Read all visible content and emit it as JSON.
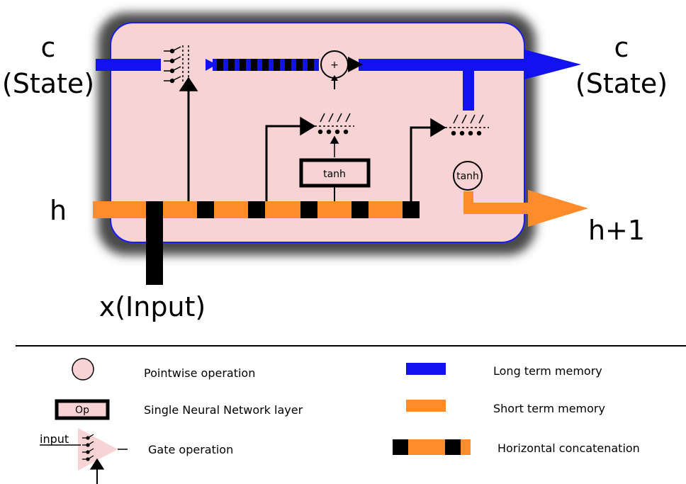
{
  "diagram": {
    "labels": {
      "c_in": "c",
      "state_in": "(State)",
      "c_out": "c",
      "state_out": "(State)",
      "h_in": "h",
      "h_out": "h+1",
      "x_input": "x(Input)"
    },
    "ops": {
      "plus": "+",
      "tanh_layer": "tanh",
      "tanh_pointwise": "tanh"
    }
  },
  "legend": {
    "pointwise": "Pointwise operation",
    "nn_layer_box": "Op",
    "nn_layer": "Single Neural Network layer",
    "gate_input": "input",
    "gate": "Gate operation",
    "long_term": "Long term memory",
    "short_term": "Short term memory",
    "concat": "Horizontal concatenation"
  },
  "colors": {
    "cell_fill": "#f8d3d3",
    "cell_border": "#1a1aff",
    "cell_shadow": "#555555",
    "long_term": "#1212f0",
    "short_term": "#ff8c2a",
    "concat_black": "#000000"
  }
}
